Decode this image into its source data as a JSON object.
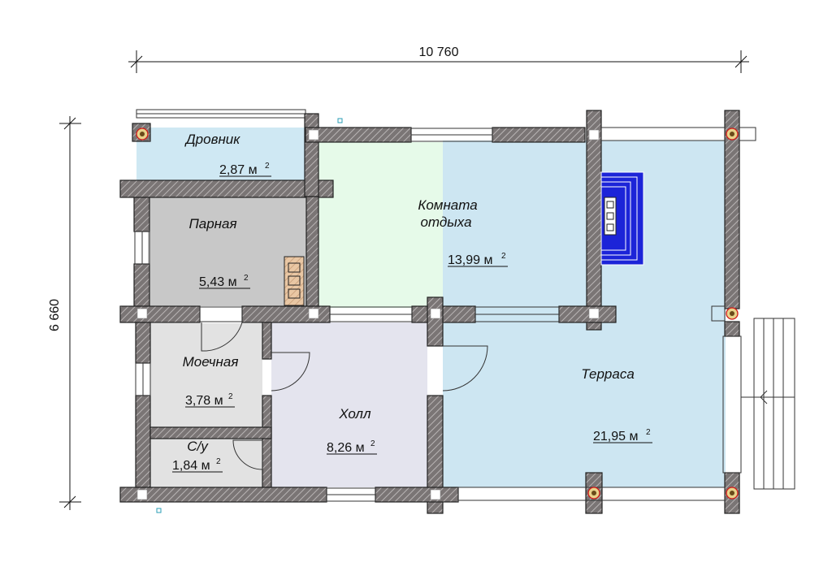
{
  "dimensions": {
    "width_label": "10 760",
    "height_label": "6 660"
  },
  "area_unit": "м",
  "area_exponent": "2",
  "rooms": {
    "drovnik": {
      "name": "Дровник",
      "area": "2,87"
    },
    "parnaya": {
      "name": "Парная",
      "area": "5,43"
    },
    "komnata": {
      "name_line1": "Комната",
      "name_line2": "отдыха",
      "area": "13,99"
    },
    "moechnaya": {
      "name": "Моечная",
      "area": "3,78"
    },
    "su": {
      "name": "С/у",
      "area": "1,84"
    },
    "holl": {
      "name": "Холл",
      "area": "8,26"
    },
    "terrasa": {
      "name": "Терраса",
      "area": "21,95"
    }
  },
  "colors": {
    "drovnik": "#cfe8f3",
    "parnaya": "#c8c8c8",
    "komnata": "#e6fae9",
    "moechnaya": "#e2e2e2",
    "su": "#e2e2e2",
    "holl": "#e4e4ee",
    "terrasa": "#cde6f2",
    "wall": "#6e6a6a",
    "stove": "#1c24d8"
  }
}
